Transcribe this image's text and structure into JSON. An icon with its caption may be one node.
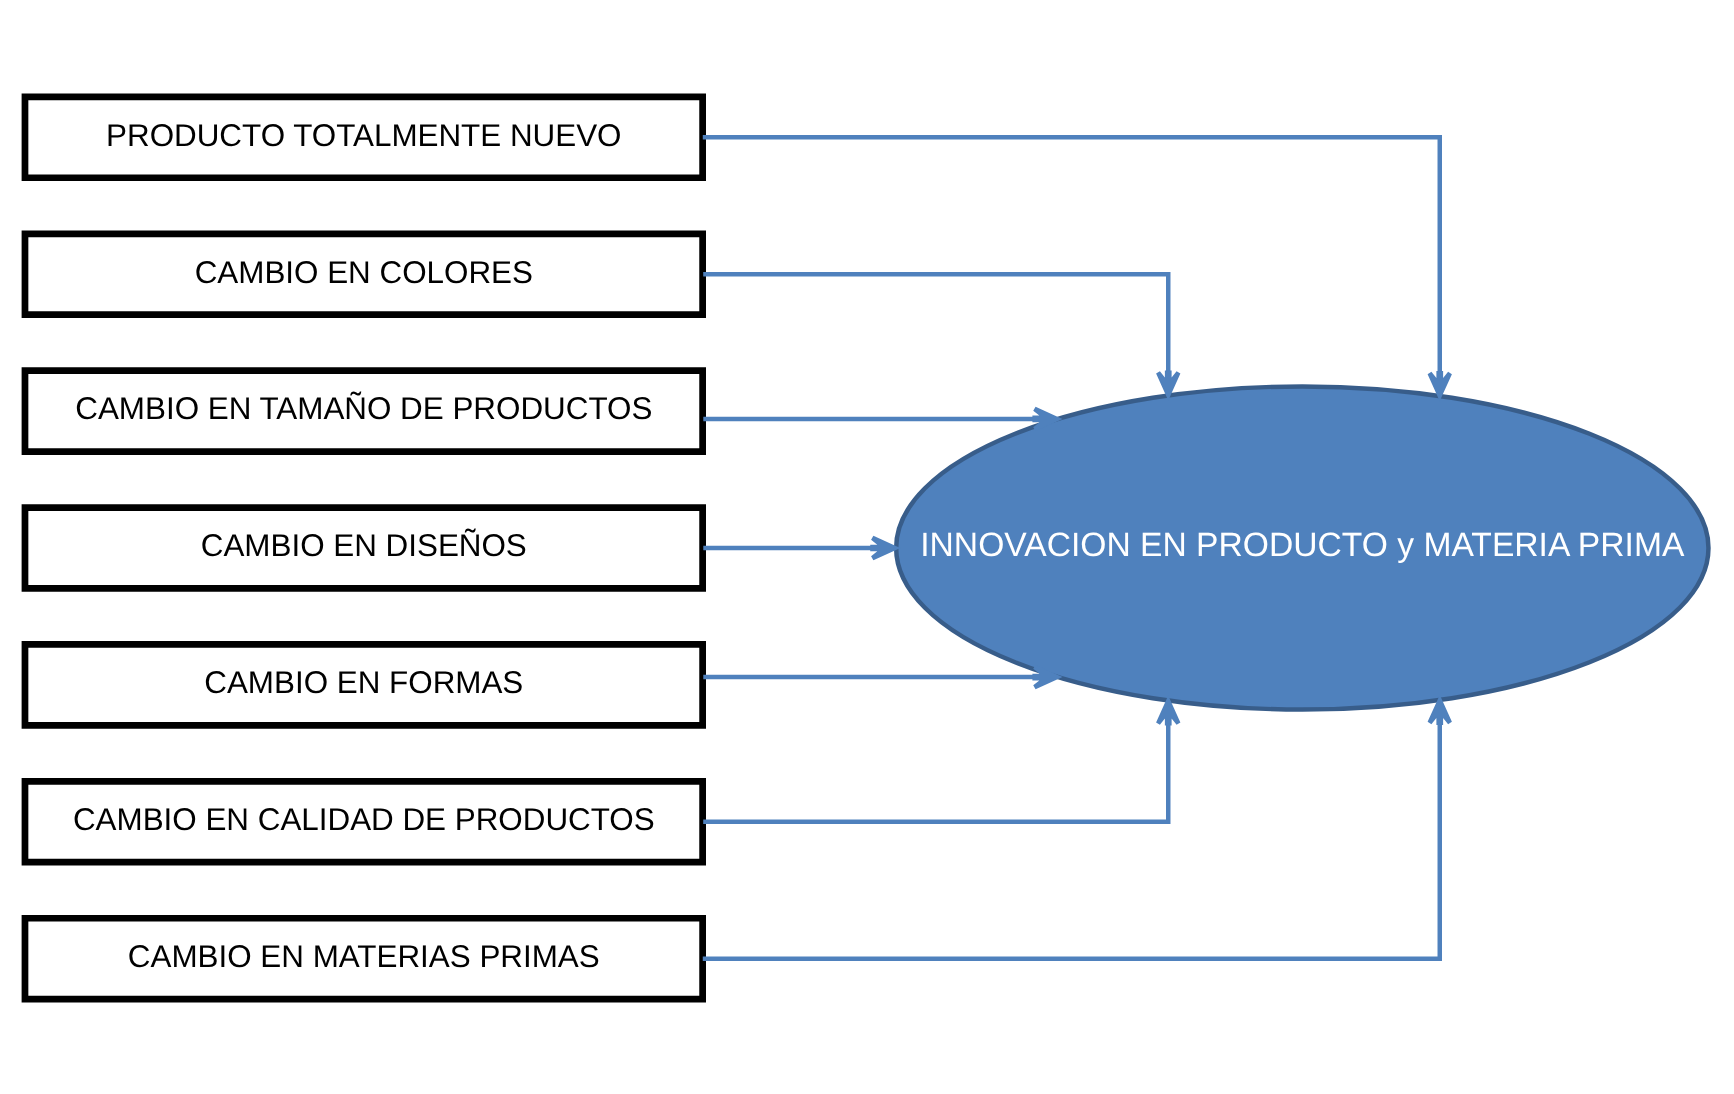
{
  "diagram": {
    "nodes": [
      {
        "text": [
          "PRODUCTO TOTALMENTE NUEVO"
        ]
      },
      {
        "text": [
          "CAMBIO EN COLORES"
        ]
      },
      {
        "text": [
          "CAMBIO EN TAMAÑO DE PRODUCTOS"
        ]
      },
      {
        "text": [
          "CAMBIO EN DISEÑOS"
        ]
      },
      {
        "text": [
          "CAMBIO EN FORMAS"
        ]
      },
      {
        "text": [
          "CAMBIO EN CALIDAD DE PRODUCTOS"
        ]
      },
      {
        "text": [
          "CAMBIO EN MATERIAS PRIMAS"
        ]
      },
      {
        "text": [
          "INNOVACION EN PRODUCTO y MATERIA PRIMA"
        ]
      }
    ],
    "edges": [
      {
        "from": 0,
        "to": 7,
        "arrow": "to"
      },
      {
        "from": 1,
        "to": 7,
        "arrow": "to"
      },
      {
        "from": 2,
        "to": 7,
        "arrow": "to"
      },
      {
        "from": 3,
        "to": 7,
        "arrow": "to"
      },
      {
        "from": 4,
        "to": 7,
        "arrow": "to"
      },
      {
        "from": 5,
        "to": 7,
        "arrow": "to"
      },
      {
        "from": 6,
        "to": 7,
        "arrow": "to"
      }
    ]
  }
}
